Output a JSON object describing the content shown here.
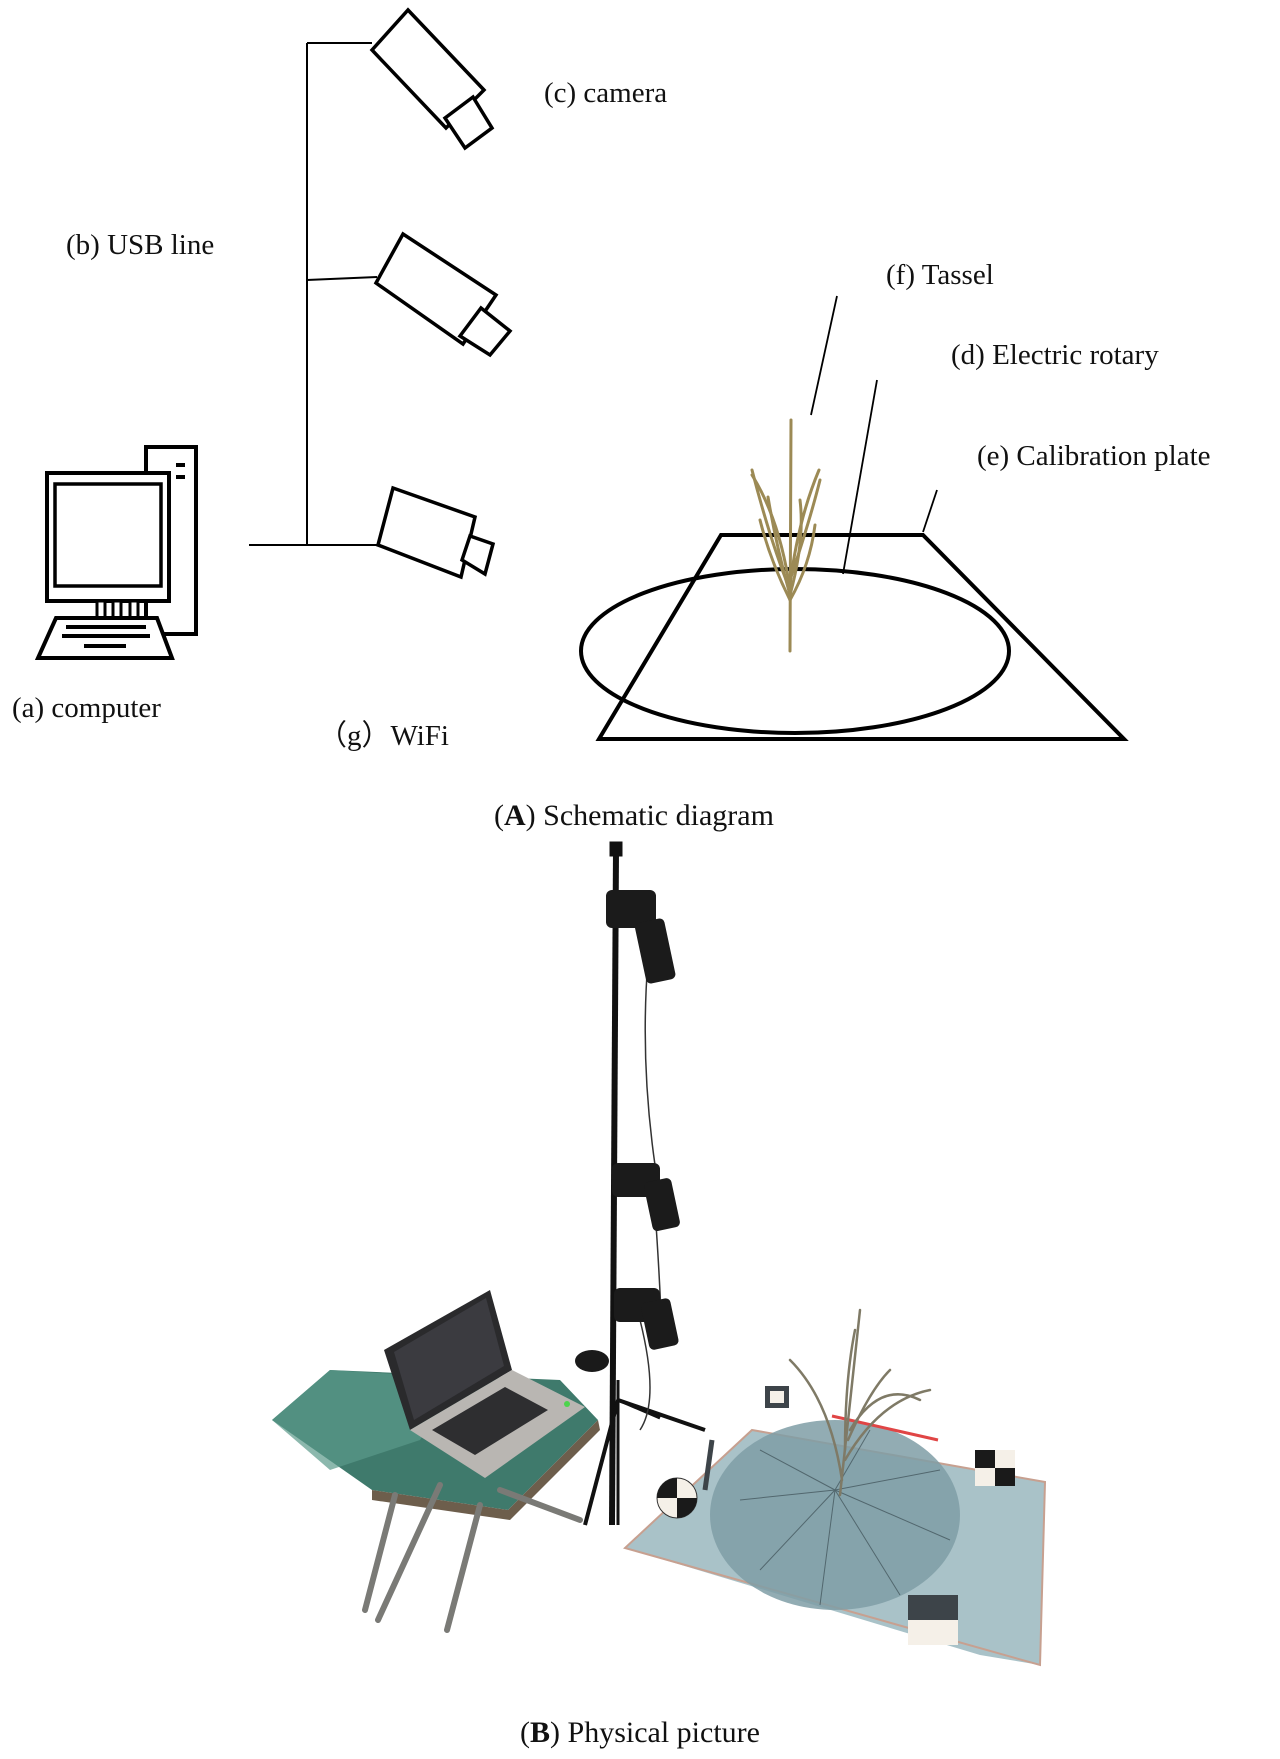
{
  "panel_a": {
    "caption_letter": "A",
    "caption_text": "Schematic diagram",
    "labels": {
      "computer": "(a) computer",
      "usb_line": "(b) USB line",
      "camera": "(c) camera",
      "electric_rotary": "(d) Electric rotary",
      "calibration_plate": "(e) Calibration plate",
      "tassel": "(f) Tassel",
      "wifi": "（g）WiFi"
    },
    "camera_count": 3
  },
  "panel_b": {
    "caption_letter": "B",
    "caption_text": "Physical picture",
    "scene": [
      "laptop on folding table",
      "tripod with three cameras",
      "calibration plate with tassel"
    ]
  },
  "colors": {
    "line": "#000000",
    "tassel": "#9c8a55",
    "plate": "#a9c2c8",
    "plate_disc": "#7f9ea6",
    "table": "#3f7a6c",
    "laser_line": "#e04545"
  }
}
